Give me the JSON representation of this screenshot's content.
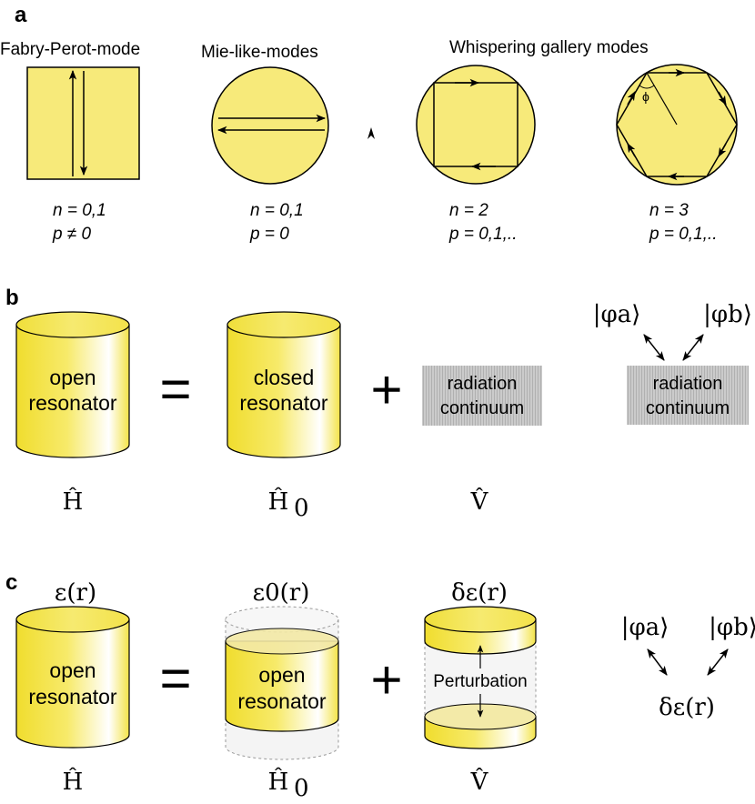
{
  "colors": {
    "resonator_fill": "#f7ea7a",
    "cylinder_highlight": "#ffffff",
    "cylinder_base": "#f2e03a",
    "continuum_fill": "#c9c9c9",
    "ghost_fill": "#f3f3f3"
  },
  "panel_a": {
    "label": "a",
    "titles": {
      "fabry_perot": "Fabry-Perot-mode",
      "mie": "Mie-like-modes",
      "whispering": "Whispering gallery  modes"
    },
    "modes": [
      {
        "n": "n = 0,1",
        "p": "p ≠ 0"
      },
      {
        "n": "n = 0,1",
        "p": "p = 0"
      },
      {
        "n": "n = 2",
        "p": "p = 0,1,.."
      },
      {
        "n": "n = 3",
        "p": "p = 0,1,.."
      }
    ],
    "angle_symbol": "ϕ"
  },
  "panel_b": {
    "label": "b",
    "open_resonator": [
      "open",
      "resonator"
    ],
    "closed_resonator": [
      "closed",
      "resonator"
    ],
    "continuum": [
      "radiation",
      "continuum"
    ],
    "equals": "=",
    "plus": "+",
    "h_symbol": "Ĥ",
    "h0_symbol": "Ĥ",
    "h0_subscript": "0",
    "v_symbol": "V̂",
    "ket_a": "|φa⟩",
    "ket_b": "|φb⟩"
  },
  "panel_c": {
    "label": "c",
    "epsilon": "ε(r)",
    "epsilon0": "ε0(r)",
    "delta_epsilon": "δε(r)",
    "open_resonator": [
      "open",
      "resonator"
    ],
    "open_resonator_inner": [
      "open",
      "resonator"
    ],
    "perturbation": "Perturbation",
    "equals": "=",
    "plus": "+",
    "h_symbol": "Ĥ",
    "h0_symbol": "Ĥ",
    "h0_subscript": "0",
    "v_symbol": "V̂",
    "ket_a": "|φa⟩",
    "ket_b": "|φb⟩",
    "coupling": "δε(r)"
  }
}
